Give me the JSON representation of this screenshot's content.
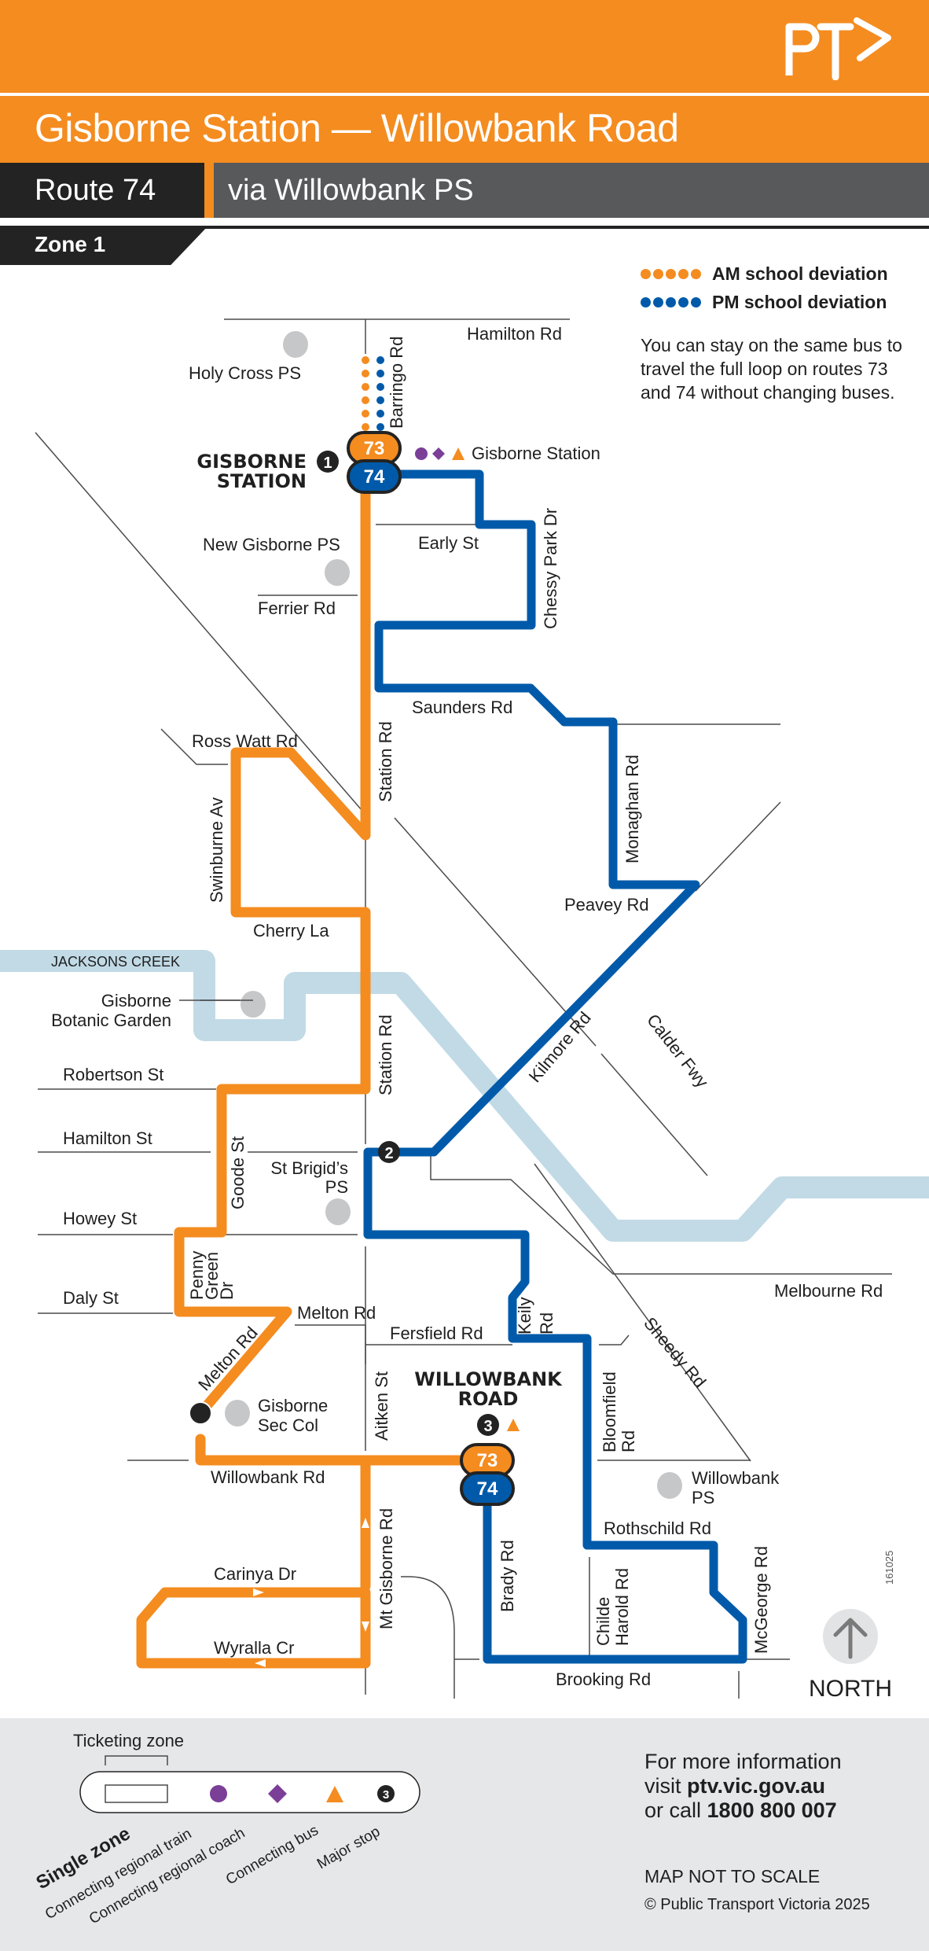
{
  "header": {
    "brand": "PT>",
    "title": "Gisborne Station — Willowbank Road",
    "route_label": "Route 74",
    "via_label": "via Willowbank PS",
    "zone_label": "Zone 1",
    "colors": {
      "orange": "#f48c20",
      "dark": "#232323",
      "grey": "#58595b",
      "blue": "#005aa9",
      "creek": "#c1dae6",
      "purple": "#7b3f98",
      "school": "#c6c7c9"
    }
  },
  "legend": {
    "am_deviation": "AM school deviation",
    "pm_deviation": "PM school deviation",
    "note": "You can stay on the same bus to travel the full loop on routes 73 and 74 without changing buses."
  },
  "routes": [
    {
      "number": "73",
      "color": "#f48c20"
    },
    {
      "number": "74",
      "color": "#005aa9"
    }
  ],
  "stops": {
    "gisborne_station": {
      "title_line1": "GISBORNE",
      "title_line2": "STATION",
      "major_number": "1",
      "connections_label": "Gisborne Station"
    },
    "st_brigids": {
      "major_number": "2"
    },
    "willowbank_road": {
      "title_line1": "WILLOWBANK",
      "title_line2": "ROAD",
      "major_number": "3"
    }
  },
  "roads": {
    "hamilton_rd": "Hamilton Rd",
    "barringo_rd": "Barringo Rd",
    "early_st": "Early St",
    "chessy_park_dr": "Chessy Park Dr",
    "ferrier_rd": "Ferrier Rd",
    "saunders_rd": "Saunders Rd",
    "ross_watt_rd": "Ross Watt Rd",
    "station_rd_1": "Station Rd",
    "station_rd_2": "Station Rd",
    "monaghan_rd": "Monaghan Rd",
    "swinburne_av": "Swinburne Av",
    "peavey_rd": "Peavey Rd",
    "cherry_la": "Cherry La",
    "jacksons_creek": "JACKSONS CREEK",
    "kilmore_rd": "Kilmore Rd",
    "calder_fwy": "Calder Fwy",
    "robertson_st": "Robertson St",
    "hamilton_st": "Hamilton St",
    "goode_st": "Goode St",
    "howey_st": "Howey St",
    "melbourne_rd": "Melbourne Rd",
    "penny_green_dr_1": "Penny",
    "penny_green_dr_2": "Green",
    "penny_green_dr_3": "Dr",
    "daly_st": "Daly St",
    "melton_rd_1": "Melton Rd",
    "melton_rd_2": "Melton Rd",
    "fersfield_rd": "Fersfield Rd",
    "keily_rd_1": "Keily",
    "keily_rd_2": "Rd",
    "sheedy_rd": "Sheedy Rd",
    "aitken_st": "Aitken St",
    "bloomfield_rd_1": "Bloomfield",
    "bloomfield_rd_2": "Rd",
    "willowbank_rd": "Willowbank Rd",
    "mt_gisborne_rd": "Mt Gisborne Rd",
    "brady_rd": "Brady Rd",
    "rothschild_rd": "Rothschild Rd",
    "carinya_dr": "Carinya Dr",
    "wyralla_cr": "Wyralla Cr",
    "childe_harold_rd_1": "Childe",
    "childe_harold_rd_2": "Harold Rd",
    "mcgeorge_rd": "McGeorge Rd",
    "brooking_rd": "Brooking Rd"
  },
  "places": {
    "holy_cross_ps": "Holy Cross PS",
    "new_gisborne_ps": "New Gisborne PS",
    "botanic_garden_1": "Gisborne",
    "botanic_garden_2": "Botanic Garden",
    "st_brigids_ps_1": "St Brigid’s",
    "st_brigids_ps_2": "PS",
    "sec_col_1": "Gisborne",
    "sec_col_2": "Sec Col",
    "willowbank_ps_1": "Willowbank",
    "willowbank_ps_2": "PS"
  },
  "map_meta": {
    "code": "161025",
    "north_label": "NORTH"
  },
  "footer": {
    "ticketing_zone_label": "Ticketing zone",
    "key": {
      "single_zone": "Single zone",
      "regional_train": "Connecting regional train",
      "regional_coach": "Connecting regional coach",
      "connecting_bus": "Connecting bus",
      "major_stop": "Major stop",
      "major_stop_sample": "3"
    },
    "info_line1": "For more information",
    "info_visit": "visit ",
    "info_url": "ptv.vic.gov.au",
    "info_call": "or call ",
    "info_phone": "1800 800 007",
    "not_to_scale": "MAP NOT TO SCALE",
    "copyright": "© Public Transport Victoria 2025"
  }
}
